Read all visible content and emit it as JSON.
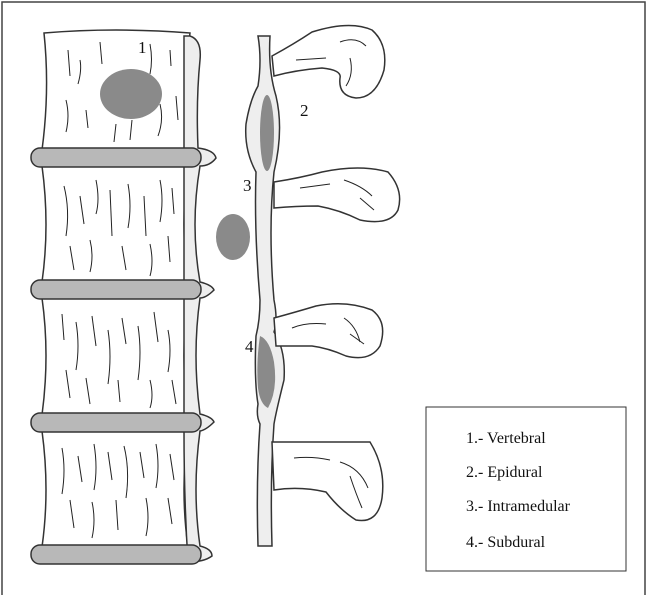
{
  "diagram": {
    "markers": {
      "vertebral": "1",
      "epidural": "2",
      "intramedular": "3",
      "subdural": "4"
    },
    "legend": {
      "items": [
        "1.- Vertebral",
        "2.- Epidural",
        "3.- Intramedular",
        "4.- Subdural"
      ]
    },
    "colors": {
      "bone_fill": "#ffffff",
      "disc_fill": "#b8b8b8",
      "lesion_fill": "#8a8a8a",
      "cord_fill": "#eeeeee",
      "outline": "#333333"
    }
  }
}
